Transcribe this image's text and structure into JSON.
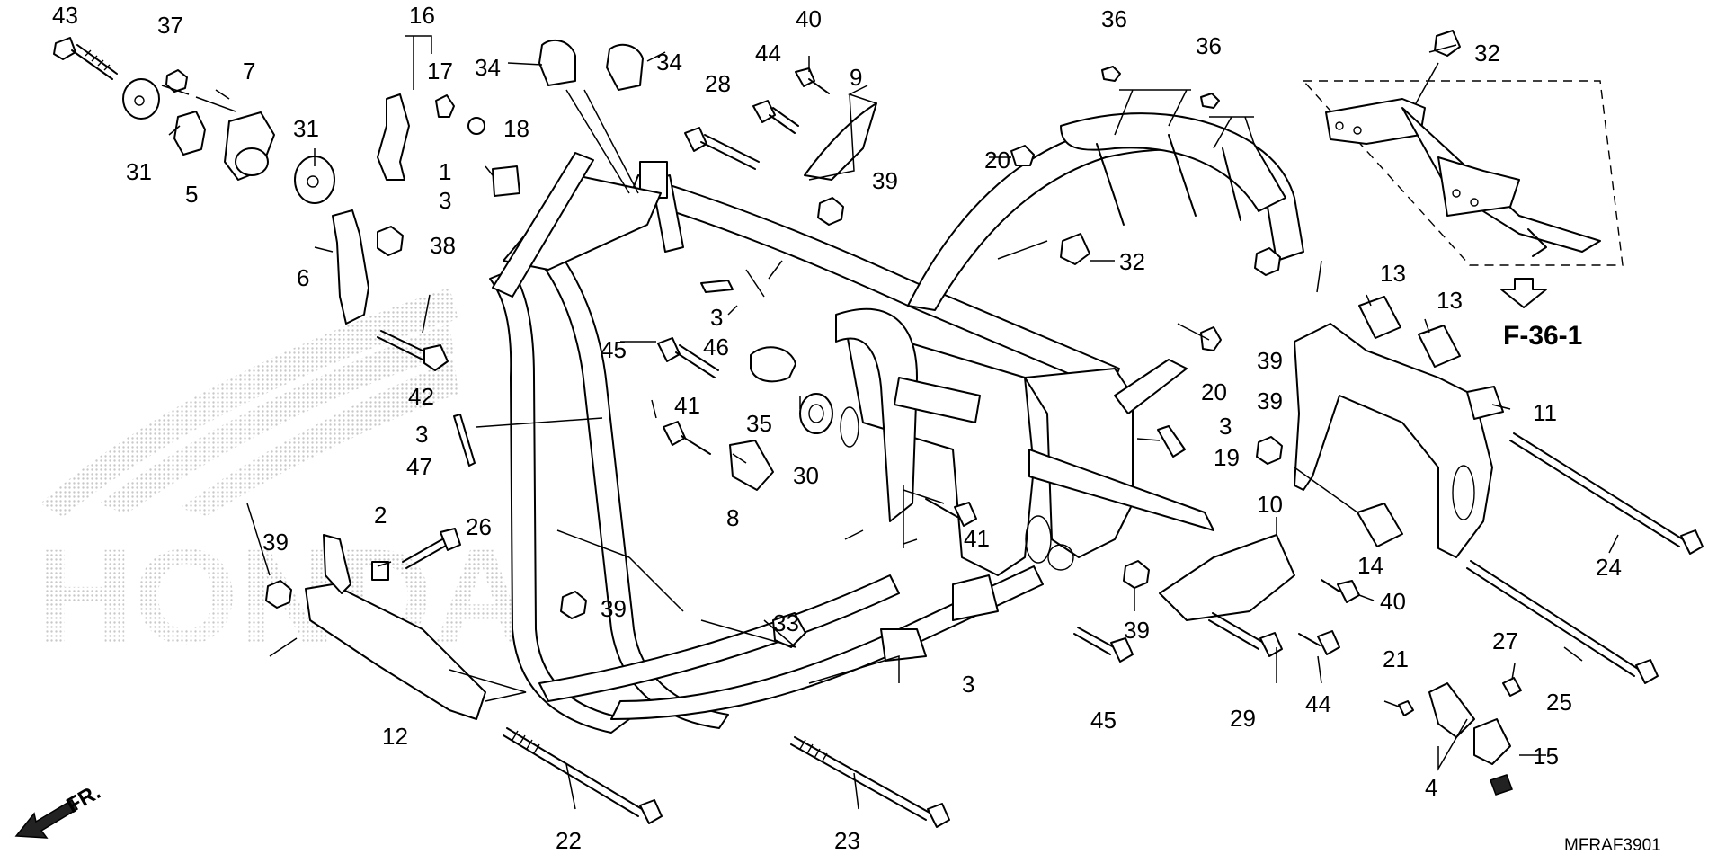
{
  "diagram": {
    "code": "MFRAF3901",
    "front_label": "FR.",
    "reference_label": "F-36-1",
    "watermark": "HONDA",
    "colors": {
      "ink": "#000000",
      "background": "#ffffff",
      "watermark": "#d2d2d2"
    },
    "callouts": [
      "1",
      "2",
      "3",
      "4",
      "5",
      "6",
      "7",
      "8",
      "9",
      "10",
      "11",
      "12",
      "13",
      "14",
      "15",
      "16",
      "17",
      "18",
      "19",
      "20",
      "21",
      "22",
      "23",
      "24",
      "25",
      "26",
      "27",
      "28",
      "29",
      "30",
      "31",
      "32",
      "33",
      "34",
      "35",
      "36",
      "37",
      "38",
      "39",
      "40",
      "41",
      "42",
      "43",
      "44",
      "45",
      "46",
      "47"
    ]
  }
}
